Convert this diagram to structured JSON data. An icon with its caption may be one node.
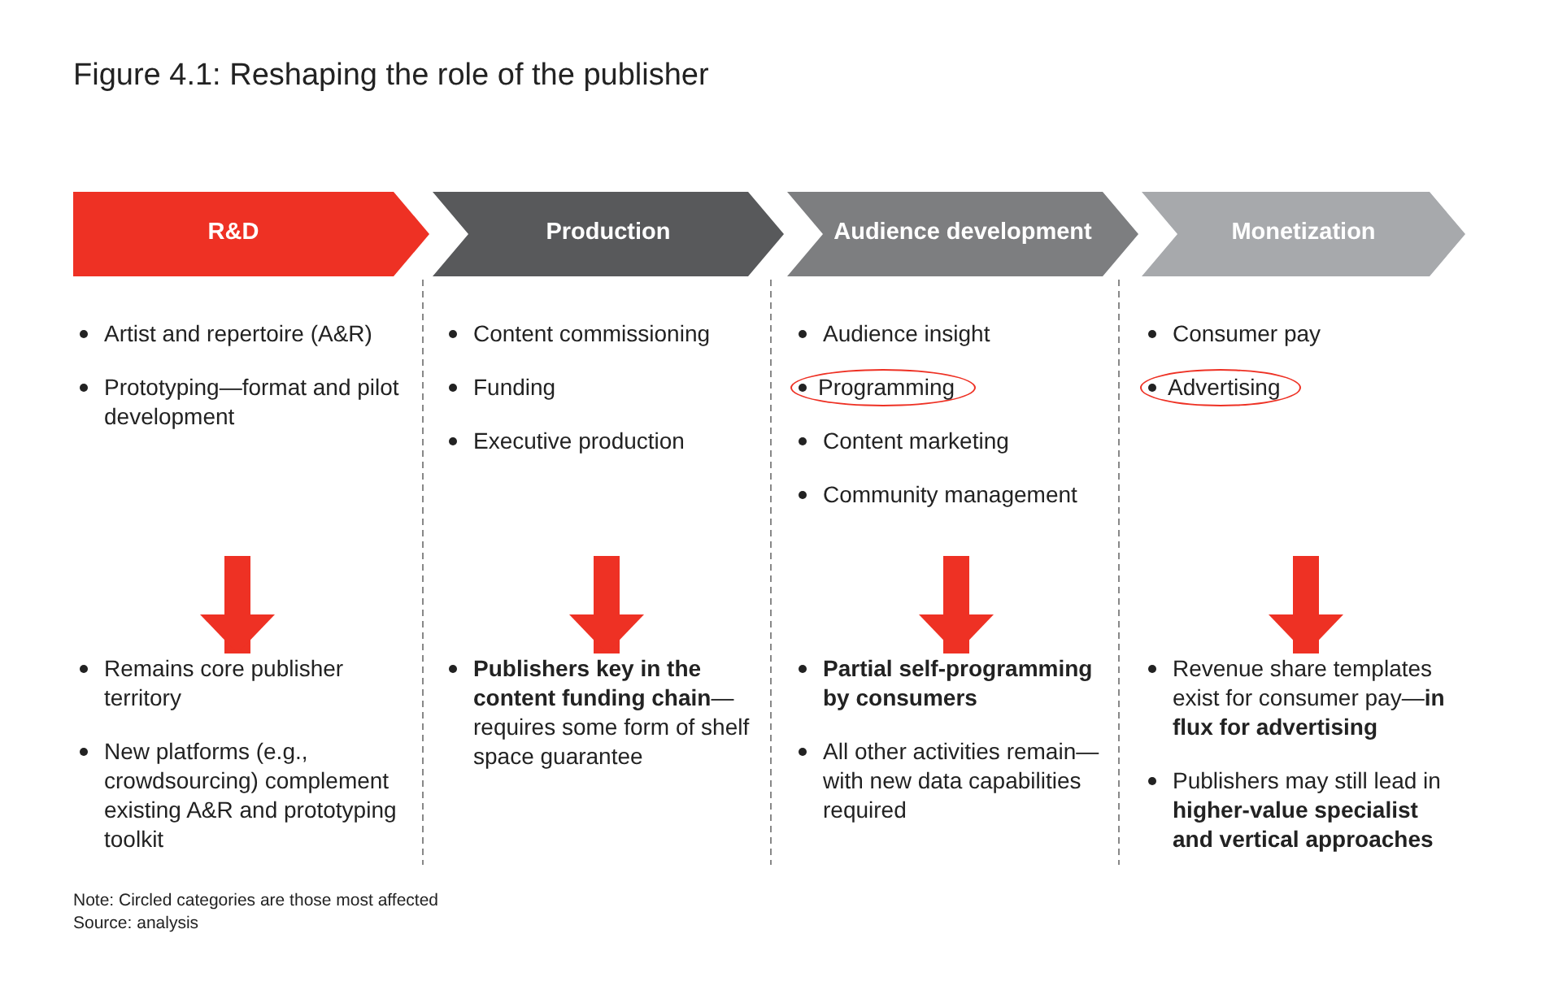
{
  "diagram": {
    "title": "Figure 4.1: Reshaping the role of the publisher",
    "nodes": [
      {
        "text": [
          "R&D"
        ]
      },
      {
        "text": [
          "Production"
        ]
      },
      {
        "text": [
          "Audience development"
        ]
      },
      {
        "text": [
          "Monetization"
        ]
      },
      {
        "text": [
          "Artist and repertoire (A&R)",
          "Prototyping—format and pilot development"
        ]
      },
      {
        "text": [
          "Content commissioning",
          "Funding",
          "Executive production"
        ]
      },
      {
        "text": [
          "Audience insight",
          "Programming",
          "Content marketing",
          "Community management"
        ]
      },
      {
        "text": [
          "Consumer pay",
          "Advertising"
        ]
      },
      {
        "text": [
          "Remains core publisher territory",
          "New platforms (e.g., crowdsourcing) complement existing A&R and prototyping toolkit"
        ]
      },
      {
        "text": [
          "**Publishers key in the content funding chain**—requires some form of shelf space guarantee"
        ]
      },
      {
        "text": [
          "Partial self-programming by consumers",
          "All other activities remain—with new data capabilities required"
        ]
      },
      {
        "text": [
          "Revenue share templates exist for consumer pay—**in flux for advertising**",
          "Publishers may still lead in **higher-value specialist and vertical approaches**"
        ]
      }
    ],
    "edges": [
      {
        "from": 4,
        "to": 8,
        "arrow": "to"
      },
      {
        "from": 5,
        "to": 9,
        "arrow": "to"
      },
      {
        "from": 6,
        "to": 10,
        "arrow": "to"
      },
      {
        "from": 7,
        "to": 11,
        "arrow": "to"
      }
    ],
    "labels": [
      "Note: Circled categories are those most affected",
      "Source: analysis"
    ]
  }
}
